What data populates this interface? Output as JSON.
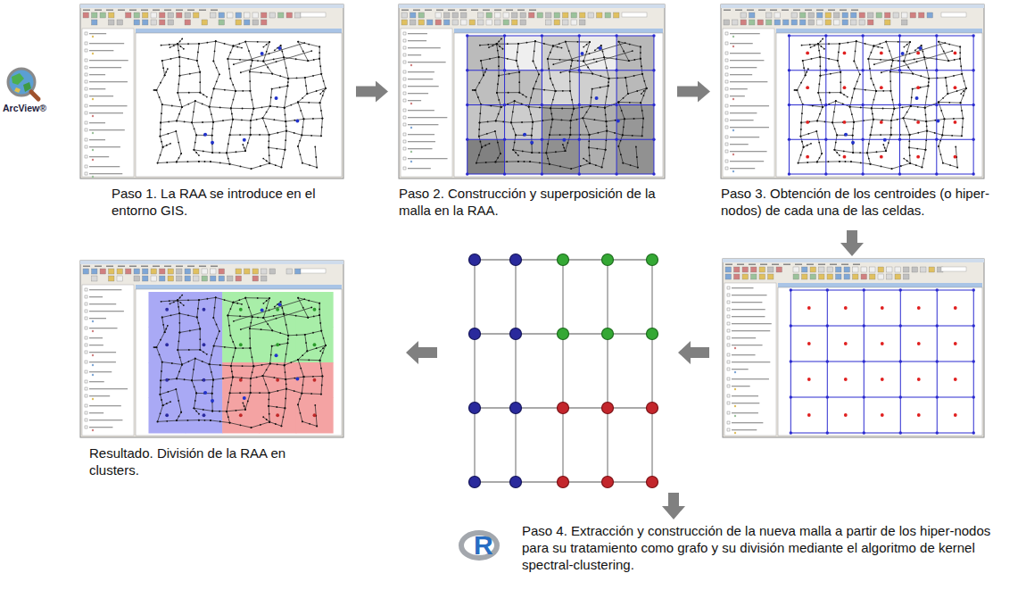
{
  "diagram": {
    "nodes": [
      {
        "text": [
          "Paso 1. La RAA se introduce en el entorno GIS."
        ]
      },
      {
        "text": [
          "Paso 2. Construcción y superposición de la malla en la RAA."
        ]
      },
      {
        "text": [
          "Paso 3. Obtención de los centroides (o hiper-nodos) de cada una de las celdas."
        ]
      },
      {
        "text": [
          "Resultado. División de la RAA en clusters."
        ]
      }
    ],
    "edges": [
      {
        "from": 0,
        "to": 1,
        "arrow": "to"
      },
      {
        "from": 1,
        "to": 2,
        "arrow": "to"
      }
    ],
    "labels": [
      "ArcView®",
      "R",
      "Paso 4. Extracción y construcción de la nueva malla a partir de los hiper-nodos para su tratamiento como grafo y su división mediante el algoritmo de kernel spectral-clustering."
    ]
  }
}
